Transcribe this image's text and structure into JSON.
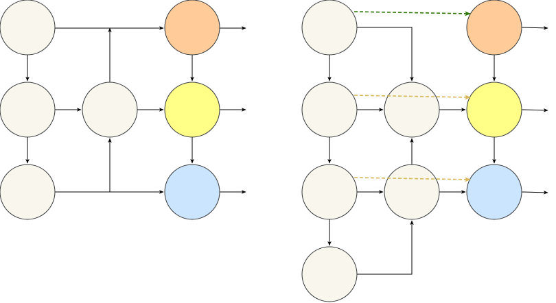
{
  "colors": {
    "background": "#ffffff",
    "node_default": "#f9f7ed",
    "node_orange": "#ffcc99",
    "node_yellow": "#ffff88",
    "node_blue": "#cce5ff",
    "node_stroke": "#36393d",
    "edge": "#000000",
    "dashed_green": "#2d7600",
    "dashed_gold": "#d6b656"
  },
  "diagrams": [
    {
      "name": "left-network",
      "nodes": [
        {
          "id": "a1",
          "fill": "node_default"
        },
        {
          "id": "a2",
          "fill": "node_default"
        },
        {
          "id": "a3",
          "fill": "node_default"
        },
        {
          "id": "b2",
          "fill": "node_default"
        },
        {
          "id": "c1",
          "fill": "node_orange"
        },
        {
          "id": "c2",
          "fill": "node_yellow"
        },
        {
          "id": "c3",
          "fill": "node_blue"
        }
      ]
    },
    {
      "name": "right-network",
      "nodes": [
        {
          "id": "d1",
          "fill": "node_default"
        },
        {
          "id": "d2",
          "fill": "node_default"
        },
        {
          "id": "d3",
          "fill": "node_default"
        },
        {
          "id": "d4",
          "fill": "node_default"
        },
        {
          "id": "e2",
          "fill": "node_default"
        },
        {
          "id": "e3",
          "fill": "node_default"
        },
        {
          "id": "f1",
          "fill": "node_orange"
        },
        {
          "id": "f2",
          "fill": "node_yellow"
        },
        {
          "id": "f3",
          "fill": "node_blue"
        }
      ]
    }
  ]
}
